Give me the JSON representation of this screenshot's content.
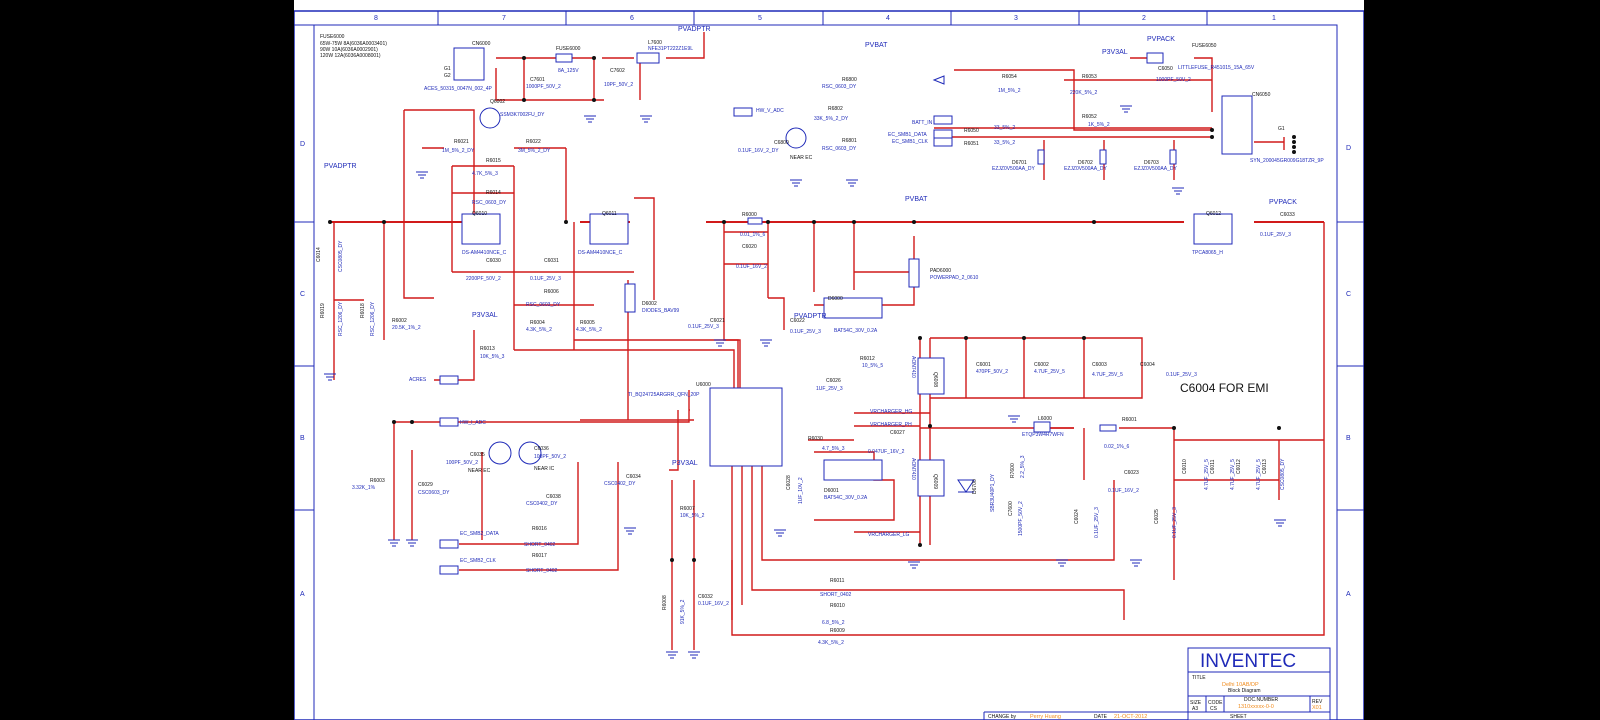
{
  "frame": {
    "columns": [
      "8",
      "7",
      "6",
      "5",
      "4",
      "3",
      "2",
      "1"
    ],
    "rows": [
      "D",
      "C",
      "B",
      "A"
    ]
  },
  "notes": {
    "fuse_block": [
      "FUSE6000",
      "65W-75W 8A(6036A0003401)",
      "90W 10A(6036A0002901)",
      "120W 12A(6036A0008001)"
    ]
  },
  "nets": {
    "pvadptr": "PVADPTR",
    "pvbat": "PVBAT",
    "p3v3al": "P3V3AL",
    "pvpack": "PVPACK",
    "batt_in": "BATT_IN",
    "ec_smb1_data": "EC_SMB1_DATA",
    "ec_smb1_clk": "EC_SMB1_CLK",
    "hw_v_adc": "HW_V_ADC",
    "hw_i_adc": "HW_I_ADC",
    "acres": "ACRES",
    "ec_smb2_data": "EC_SMB2_DATA",
    "ec_smb2_clk": "EC_SMB2_CLK",
    "vrcharger_hg": "VRCHARGER_HG",
    "vrcharger_ph": "VRCHARGER_PH",
    "vrcharger_lg": "VRCHARGER_LG",
    "near_ec": "NEAR EC",
    "near_ic": "NEAR IC",
    "g1": "G1",
    "g2": "G2"
  },
  "components": {
    "cn6000": "CN6000",
    "cn6000_part": "ACES_50315_0047N_002_4P",
    "fuse6000": "FUSE6000",
    "fuse6000_val": "8A_125V",
    "l7600": "L7600",
    "l7600_val": "NFE31PT222Z1E9L",
    "c7601": "C7601",
    "c7601_val": "1000PF_50V_2",
    "c7602": "C7602",
    "c7602_val": "10PF_50V_2",
    "q6002": "Q6002",
    "q6002_part": "SSM3K7002FU_DY",
    "r6021": "R6021",
    "r6021_val": "1M_5%_2_DY",
    "r6022": "R6022",
    "r6022_val": "3M_5%_2_DY",
    "r6015": "R6015",
    "r6015_val": "4.7K_5%_3",
    "r6014": "R6014",
    "r6014_val": "RSC_0603_DY",
    "q6010": "Q6010",
    "q6010_part": "DS-AM4410NCE_C",
    "q6011": "Q6011",
    "q6011_part": "DS-AM4410NCE_C",
    "c6030": "C6030",
    "c6030_val": "2200PF_50V_2",
    "c6031": "C6031",
    "c6031_val": "0.1UF_25V_3",
    "r6006": "R6006",
    "r6006_val": "RSC_0603_DY",
    "r6004": "R6004",
    "r6004_val": "4.3K_5%_2",
    "r6005": "R6005",
    "r6005_val": "4.3K_5%_2",
    "r6013": "R6013",
    "r6013_val": "10K_5%_3",
    "d6002": "D6002",
    "d6002_part": "DIODES_BAV99",
    "r6000": "R6000",
    "r6000_val": "0.01_1%_6",
    "c6020": "C6020",
    "c6020_val": "0.1UF_16V_2",
    "c6021": "C6021",
    "c6021_val": "0.1UF_25V_3",
    "c6022": "C6022",
    "c6022_val": "0.1UF_25V_3",
    "d6000": "D6000",
    "d6000_part": "BAT54C_30V_0.2A",
    "pad6000": "PAD6000",
    "pad6000_part": "POWERPAD_2_0610",
    "r6800": "R6800",
    "r6800_val": "RSC_0603_DY",
    "r6802": "R6802",
    "r6802_val": "33K_5%_2_DY",
    "r6801": "R6801",
    "r6801_val": "RSC_0603_DY",
    "c6800": "C6800",
    "c6800_val": "0.1UF_16V_2_DY",
    "r6054": "R6054",
    "r6054_val": "1M_5%_2",
    "r6053": "R6053",
    "r6053_val": "220K_5%_2",
    "r6052": "R6052",
    "r6052_val": "1K_5%_2",
    "r6050": "R6050",
    "r6051": "R6051",
    "r6050_val": "33_5%_2",
    "r6051_val": "33_5%_2",
    "c6050": "C6050",
    "c6050_val": "1000PF_50V_2",
    "fuse6050": "FUSE6050",
    "fuse6050_part": "LITTLEFUSE_R451015_15A_65V",
    "cn6050": "CN6050",
    "cn6050_part": "SYN_200045GR009G18TZR_9P",
    "d6701": "D6701",
    "d6702": "D6702",
    "d6703": "D6703",
    "d670x_part": "EZJZ0V500AA_DY",
    "q6012": "Q6012",
    "q6012_part": "TPCA8065_H",
    "c6033": "C6033",
    "c6033_val": "0.1UF_25V_3",
    "c6014": "C6014",
    "c6014_val": "CSC0805_DY",
    "r6019": "R6019",
    "r6019_val": "RSC_1206_DY",
    "r6018": "R6018",
    "r6018_val": "RSC_1206_DY",
    "r6002": "R6002",
    "r6002_val": "20.5K_1%_2",
    "r6003": "R6003",
    "r6003_val": "3.32K_1%",
    "c6029": "C6029",
    "c6029_val": "CSC0603_DY",
    "c6035": "C6035",
    "c6035_val": "100PF_50V_2",
    "c6036": "C6036",
    "c6036_val": "100PF_50V_2",
    "c6038": "C6038",
    "c6038_val": "CSC0402_DY",
    "c6034": "C6034",
    "c6034_val": "CSC0402_DY",
    "r6016": "R6016",
    "r6016_val": "SHORT_0402",
    "r6017": "R6017",
    "r6017_val": "SHORT_0402",
    "u6000": "U6000",
    "u6000_part": "TI_BQ24725ARGRR_QFN_20P",
    "r6007": "R6007",
    "r6007_val": "10K_5%_2",
    "r6008": "R6008",
    "r6008_val": "91K_5%_2",
    "c6032": "C6032",
    "c6032_val": "0.1UF_16V_2",
    "c6026": "C6026",
    "c6026_val": "1UF_25V_3",
    "r6012": "R6012",
    "r6012_val": "10_5%_5",
    "r6030": "R6030",
    "r6030_val": "4.7_5%_3",
    "c6027": "C6027",
    "c6027_val": "0.047UF_16V_2",
    "d6001": "D6001",
    "d6001_part": "BAT54C_30V_0.2A",
    "c6028": "C6028",
    "c6028_val": "1UF_10V_2",
    "q6008": "Q6008",
    "q6009": "Q6009",
    "q600x_part": "AON7410",
    "c6001": "C6001",
    "c6001_val": "470PF_50V_2",
    "c6002": "C6002",
    "c6002_val": "4.7UF_25V_5",
    "c6003": "C6003",
    "c6003_val": "4.7UF_25V_5",
    "c6004": "C6004",
    "c6004_val": "0.1UF_25V_3",
    "emi_note": "C6004 FOR EMI",
    "l6000": "L6000",
    "l6000_part": "ETQP3W4R7WFN",
    "r6001": "R6001",
    "r6001_val": "0.02_1%_6",
    "c6023": "C6023",
    "c6023_val": "0.1UF_16V_2",
    "d6700": "D6700",
    "d6700_part": "SBR3U40P1_DY",
    "r7600": "R7600",
    "r7600_val": "2.2_5%_3",
    "c7600": "C7600",
    "c7600_val": "1500PF_50V_2",
    "c6024": "C6024",
    "c6024_val": "0.1UF_25V_3",
    "c6025": "C6025",
    "c6025_val": "0.1UF_25V_3",
    "c6010": "C6010",
    "c6010_val": "4.7UF_25V_5",
    "c6011": "C6011",
    "c6011_val": "4.7UF_25V_5",
    "c6012": "C6012",
    "c6012_val": "4.7UF_25V_5",
    "c6013": "C6013",
    "c6013_val": "CSC0805_DY",
    "r6011": "R6011",
    "r6011_val": "SHORT_0402",
    "r6010": "R6010",
    "r6010_val": "6.8_5%_2",
    "r6009": "R6009",
    "r6009_val": "4.3K_5%_2"
  },
  "title_block": {
    "company": "INVENTEC",
    "title_label": "TITLE",
    "title_line1": "Delhi 10AB/DP",
    "title_line2": "Block   Diagram",
    "size_label": "SIZE",
    "size_value": "A3",
    "code_label": "CODE",
    "code_value": "CS",
    "doc_label": "DOC.NUMBER",
    "doc_value": "1310xxxxx-0-0",
    "rev_label": "REV",
    "rev_value": "X01",
    "change_label": "CHANGE by",
    "change_value": "Perry   Huang",
    "date_label": "DATE",
    "date_value": "21-OCT-2012",
    "sheet_label": "SHEET"
  },
  "colors": {
    "wire": "#d11a1a",
    "symbol": "#1f2ab8",
    "note": "#f08c1e",
    "background": "#000000"
  }
}
